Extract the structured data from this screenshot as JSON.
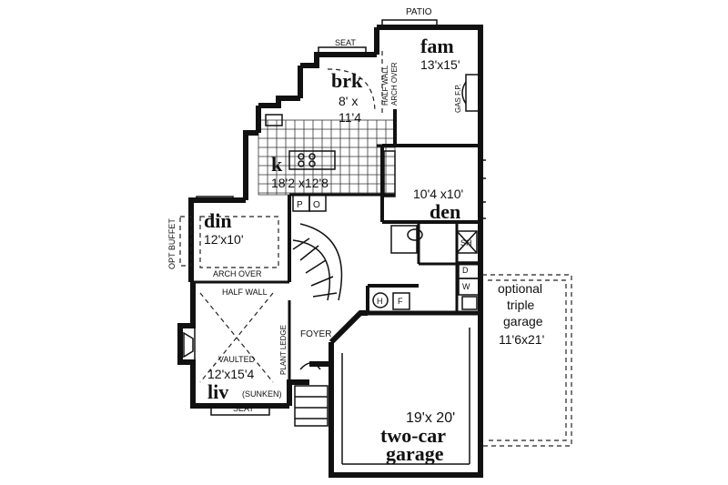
{
  "labels": {
    "patio": "PATIO",
    "seat_top": "SEAT",
    "fam_name": "fam",
    "fam_size": "13'x15'",
    "half_wall_arch": "HALF WALL\nARCH OVER",
    "gas_fp": "GAS F.P.",
    "brk_name": "brk",
    "brk_size_1": "8' x",
    "brk_size_2": "11'4",
    "k_name": "k",
    "k_size": "18'2 x12'8",
    "pantry_p": "P",
    "pantry_o": "O",
    "den_size": "10'4 x10'",
    "den_name": "den",
    "din_name": "din",
    "din_size": "12'x10'",
    "opt_buffet": "OPT BUFFET",
    "arch_over": "ARCH OVER",
    "half_wall": "HALF WALL",
    "sh": "SH",
    "d": "D",
    "w": "W",
    "h": "H",
    "f": "F",
    "foyer": "FOYER",
    "plant_ledge": "PLANT LEDGE",
    "vaulted": "VAULTED",
    "liv_size": "12'x15'4",
    "liv_name": "liv",
    "sunken": "(SUNKEN)",
    "seat_bottom": "SEAT",
    "optional_1": "optional",
    "optional_2": "triple",
    "optional_3": "garage",
    "optional_size": "11'6x21'",
    "garage_size": "19'x 20'",
    "garage_name_1": "two-car",
    "garage_name_2": "garage"
  }
}
